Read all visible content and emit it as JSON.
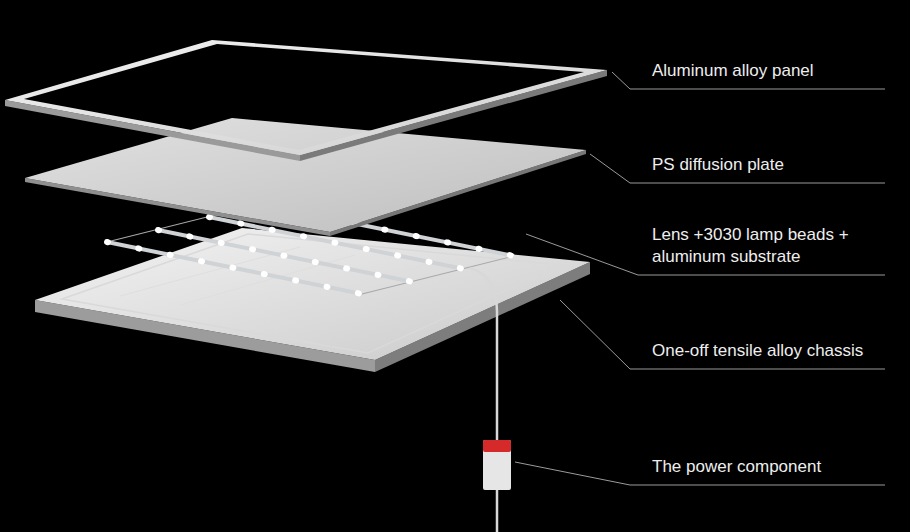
{
  "diagram": {
    "labels": [
      "Aluminum alloy panel",
      "PS diffusion plate",
      "Lens +3030 lamp beads + aluminum substrate",
      "One-off tensile alloy chassis",
      "The power component"
    ]
  }
}
